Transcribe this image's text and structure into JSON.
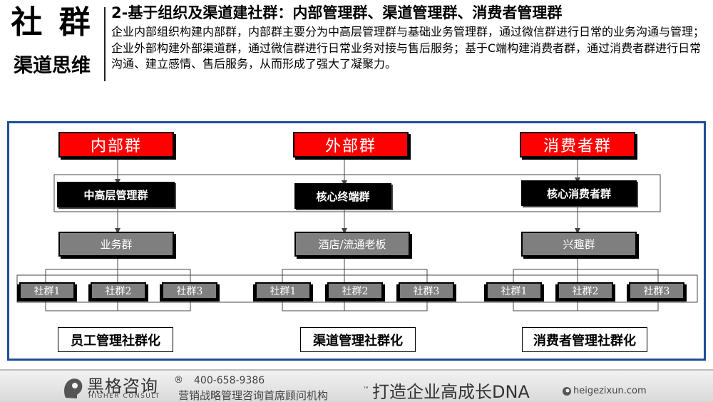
{
  "header": {
    "brand_main": "社 群",
    "brand_sub": "渠道思维",
    "title": "2-基于组织及渠道建社群：内部管理群、渠道管理群、消费者管理群",
    "description": "企业内部组织构建内部群，内部群主要分为中高层管理群与基础业务管理群，通过微信群进行日常的业务沟通与管理；企业外部构建外部渠道群，通过微信群进行日常业务对接与售后服务；基于C端构建消费者群，通过消费者群进行日常沟通、建立感情、售后服务，从而形成了强大了凝聚力。"
  },
  "diagram": {
    "top_groups": [
      "内部群",
      "外部群",
      "消费者群"
    ],
    "level2": [
      "中高层管理群",
      "核心终端群",
      "核心消费者群"
    ],
    "level3": [
      "业务群",
      "酒店/流通老板",
      "兴趣群"
    ],
    "level4": {
      "col1": [
        "社群1",
        "社群2",
        "社群3"
      ],
      "col2": [
        "社群1",
        "社群2",
        "社群3"
      ],
      "col3": [
        "社群1",
        "社群2",
        "社群3"
      ]
    },
    "bottom_labels": [
      "员工管理社群化",
      "渠道管理社群化",
      "消费者管理社群化"
    ]
  },
  "footer": {
    "logo_cn": "黑格咨询",
    "logo_en": "HIGHER CONSULT",
    "phone": "400-658-9386",
    "tagline": "营销战略管理咨询首席顾问机构",
    "slogan": "打造企业高成长DNA",
    "website": "heigezixun.com"
  },
  "colors": {
    "red": "#ff0000",
    "gray": "#7f7f7f",
    "frame_blue": "#1f4e99"
  }
}
